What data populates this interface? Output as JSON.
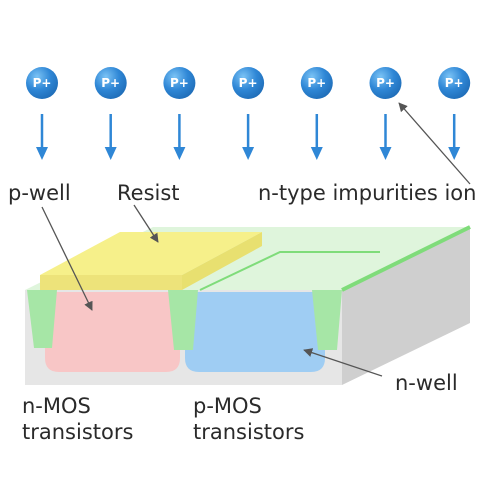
{
  "ions": {
    "label": "P+",
    "count": 7,
    "colors": {
      "ion_fill": "#2f87d6",
      "ion_highlight": "#7bc3f5",
      "arrow": "#2f87d6"
    }
  },
  "labels": {
    "p_well": "p-well",
    "resist": "Resist",
    "n_type_ion": "n-type impurities ion",
    "n_mos_line1": "n-MOS",
    "n_mos_line2": "transistors",
    "p_mos_line1": "p-MOS",
    "p_mos_line2": "transistors",
    "n_well": "n-well"
  },
  "colors": {
    "substrate_front": "#e6e6e6",
    "substrate_side": "#cfcfcf",
    "top_surface": "#dff5dc",
    "top_edge": "#7fdc7a",
    "resist_top": "#f6f08a",
    "resist_side": "#e8e070",
    "p_well": "#f8c6c6",
    "n_well": "#9fcdf3",
    "isolation": "#a6e6a6",
    "pointer": "#555555"
  }
}
